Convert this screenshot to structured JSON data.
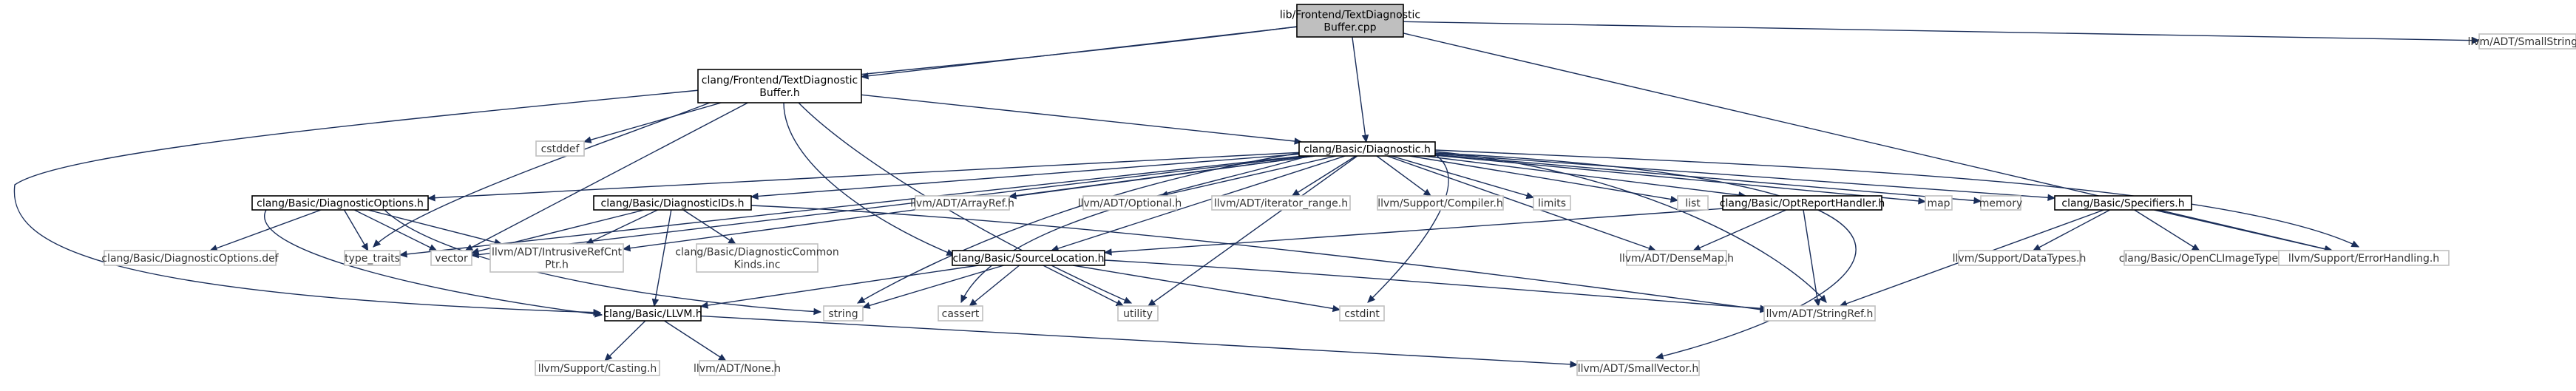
{
  "colors": {
    "main_fill": "#bfbfbf",
    "edge": "#1a2e5a",
    "external_border": "#bfbfbf"
  },
  "nodes": [
    {
      "id": "n0",
      "label": [
        "lib/Frontend/TextDiagnostic",
        "Buffer.cpp"
      ],
      "kind": "main"
    },
    {
      "id": "n1",
      "label": [
        "clang/Frontend/TextDiagnostic",
        "Buffer.h"
      ],
      "kind": "normal"
    },
    {
      "id": "n2",
      "label": [
        "llvm/ADT/SmallString.h"
      ],
      "kind": "external"
    },
    {
      "id": "n3",
      "label": [
        "cstddef"
      ],
      "kind": "external"
    },
    {
      "id": "n4",
      "label": [
        "clang/Basic/Diagnostic.h"
      ],
      "kind": "normal"
    },
    {
      "id": "n5",
      "label": [
        "clang/Basic/DiagnosticOptions.h"
      ],
      "kind": "normal"
    },
    {
      "id": "n6",
      "label": [
        "clang/Basic/DiagnosticIDs.h"
      ],
      "kind": "normal"
    },
    {
      "id": "n7",
      "label": [
        "llvm/ADT/ArrayRef.h"
      ],
      "kind": "external"
    },
    {
      "id": "n8",
      "label": [
        "llvm/ADT/Optional.h"
      ],
      "kind": "external"
    },
    {
      "id": "n9",
      "label": [
        "llvm/ADT/iterator_range.h"
      ],
      "kind": "external"
    },
    {
      "id": "n10",
      "label": [
        "llvm/Support/Compiler.h"
      ],
      "kind": "external"
    },
    {
      "id": "n11",
      "label": [
        "limits"
      ],
      "kind": "external"
    },
    {
      "id": "n12",
      "label": [
        "list"
      ],
      "kind": "external"
    },
    {
      "id": "n13",
      "label": [
        "clang/Basic/OptReportHandler.h"
      ],
      "kind": "normal"
    },
    {
      "id": "n14",
      "label": [
        "map"
      ],
      "kind": "external"
    },
    {
      "id": "n15",
      "label": [
        "memory"
      ],
      "kind": "external"
    },
    {
      "id": "n16",
      "label": [
        "clang/Basic/Specifiers.h"
      ],
      "kind": "normal"
    },
    {
      "id": "n17",
      "label": [
        "clang/Basic/DiagnosticOptions.def"
      ],
      "kind": "external"
    },
    {
      "id": "n18",
      "label": [
        "type_traits"
      ],
      "kind": "external"
    },
    {
      "id": "n19",
      "label": [
        "vector"
      ],
      "kind": "external"
    },
    {
      "id": "n20",
      "label": [
        "llvm/ADT/IntrusiveRefCnt",
        "Ptr.h"
      ],
      "kind": "external"
    },
    {
      "id": "n21",
      "label": [
        "clang/Basic/DiagnosticCommon",
        "Kinds.inc"
      ],
      "kind": "external"
    },
    {
      "id": "n22",
      "label": [
        "clang/Basic/SourceLocation.h"
      ],
      "kind": "normal"
    },
    {
      "id": "n23",
      "label": [
        "llvm/ADT/DenseMap.h"
      ],
      "kind": "external"
    },
    {
      "id": "n24",
      "label": [
        "llvm/Support/DataTypes.h"
      ],
      "kind": "external"
    },
    {
      "id": "n25",
      "label": [
        "clang/Basic/OpenCLImageTypes.def"
      ],
      "kind": "external"
    },
    {
      "id": "n26",
      "label": [
        "llvm/Support/ErrorHandling.h"
      ],
      "kind": "external"
    },
    {
      "id": "n27",
      "label": [
        "clang/Basic/LLVM.h"
      ],
      "kind": "normal"
    },
    {
      "id": "n28",
      "label": [
        "string"
      ],
      "kind": "external"
    },
    {
      "id": "n29",
      "label": [
        "cassert"
      ],
      "kind": "external"
    },
    {
      "id": "n30",
      "label": [
        "utility"
      ],
      "kind": "external"
    },
    {
      "id": "n31",
      "label": [
        "cstdint"
      ],
      "kind": "external"
    },
    {
      "id": "n32",
      "label": [
        "llvm/ADT/StringRef.h"
      ],
      "kind": "external"
    },
    {
      "id": "n33",
      "label": [
        "llvm/Support/Casting.h"
      ],
      "kind": "external"
    },
    {
      "id": "n34",
      "label": [
        "llvm/ADT/None.h"
      ],
      "kind": "external"
    },
    {
      "id": "n35",
      "label": [
        "llvm/ADT/SmallVector.h"
      ],
      "kind": "external"
    }
  ],
  "edges": [
    [
      "n0",
      "n1"
    ],
    [
      "n0",
      "n2"
    ],
    [
      "n0",
      "n4"
    ],
    [
      "n0",
      "n27"
    ],
    [
      "n0",
      "n26"
    ],
    [
      "n1",
      "n3"
    ],
    [
      "n1",
      "n4"
    ],
    [
      "n1",
      "n22"
    ],
    [
      "n1",
      "n19"
    ],
    [
      "n1",
      "n30"
    ],
    [
      "n1",
      "n18"
    ],
    [
      "n4",
      "n5"
    ],
    [
      "n4",
      "n6"
    ],
    [
      "n4",
      "n7"
    ],
    [
      "n4",
      "n8"
    ],
    [
      "n4",
      "n9"
    ],
    [
      "n4",
      "n10"
    ],
    [
      "n4",
      "n11"
    ],
    [
      "n4",
      "n12"
    ],
    [
      "n4",
      "n13"
    ],
    [
      "n4",
      "n14"
    ],
    [
      "n4",
      "n15"
    ],
    [
      "n4",
      "n16"
    ],
    [
      "n4",
      "n22"
    ],
    [
      "n4",
      "n18"
    ],
    [
      "n4",
      "n19"
    ],
    [
      "n4",
      "n20"
    ],
    [
      "n4",
      "n23"
    ],
    [
      "n4",
      "n29"
    ],
    [
      "n4",
      "n30"
    ],
    [
      "n4",
      "n31"
    ],
    [
      "n4",
      "n32"
    ],
    [
      "n4",
      "n35"
    ],
    [
      "n4",
      "n28"
    ],
    [
      "n4",
      "n26"
    ],
    [
      "n5",
      "n17"
    ],
    [
      "n5",
      "n18"
    ],
    [
      "n5",
      "n19"
    ],
    [
      "n5",
      "n20"
    ],
    [
      "n5",
      "n27"
    ],
    [
      "n5",
      "n28"
    ],
    [
      "n6",
      "n19"
    ],
    [
      "n6",
      "n20"
    ],
    [
      "n6",
      "n21"
    ],
    [
      "n6",
      "n27"
    ],
    [
      "n6",
      "n32"
    ],
    [
      "n13",
      "n22"
    ],
    [
      "n13",
      "n23"
    ],
    [
      "n13",
      "n32"
    ],
    [
      "n16",
      "n24"
    ],
    [
      "n16",
      "n25"
    ],
    [
      "n16",
      "n26"
    ],
    [
      "n16",
      "n32"
    ],
    [
      "n22",
      "n27"
    ],
    [
      "n22",
      "n28"
    ],
    [
      "n22",
      "n29"
    ],
    [
      "n22",
      "n30"
    ],
    [
      "n22",
      "n31"
    ],
    [
      "n22",
      "n32"
    ],
    [
      "n27",
      "n33"
    ],
    [
      "n27",
      "n34"
    ],
    [
      "n27",
      "n35"
    ]
  ]
}
